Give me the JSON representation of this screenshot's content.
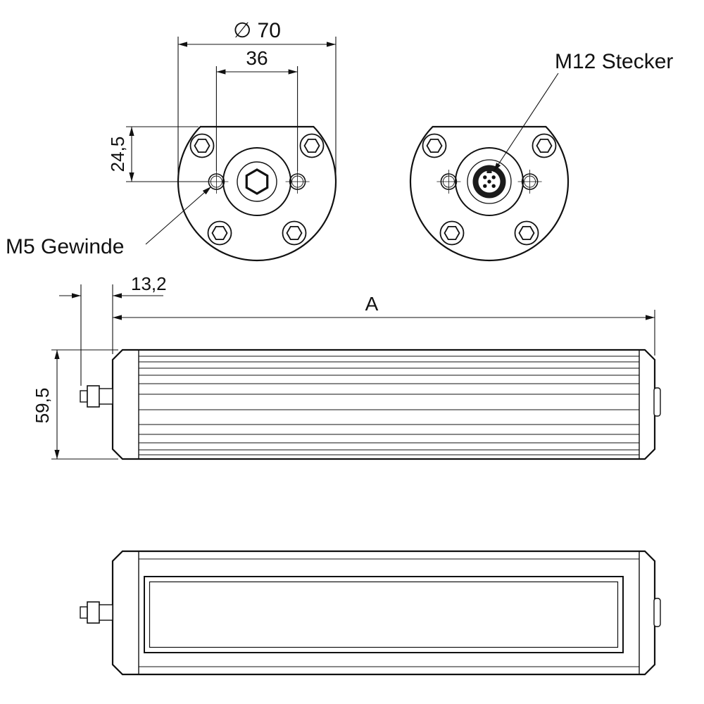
{
  "colors": {
    "ink": "#111111",
    "background": "#ffffff"
  },
  "dimensions": {
    "flange_diameter": "∅ 70",
    "hole_spacing": "36",
    "hole_offset": "24,5",
    "connector_length": "13,2",
    "body_length": "A",
    "body_height": "59,5"
  },
  "annotations": {
    "thread_label": "M5 Gewinde",
    "connector_label": "M12 Stecker"
  }
}
